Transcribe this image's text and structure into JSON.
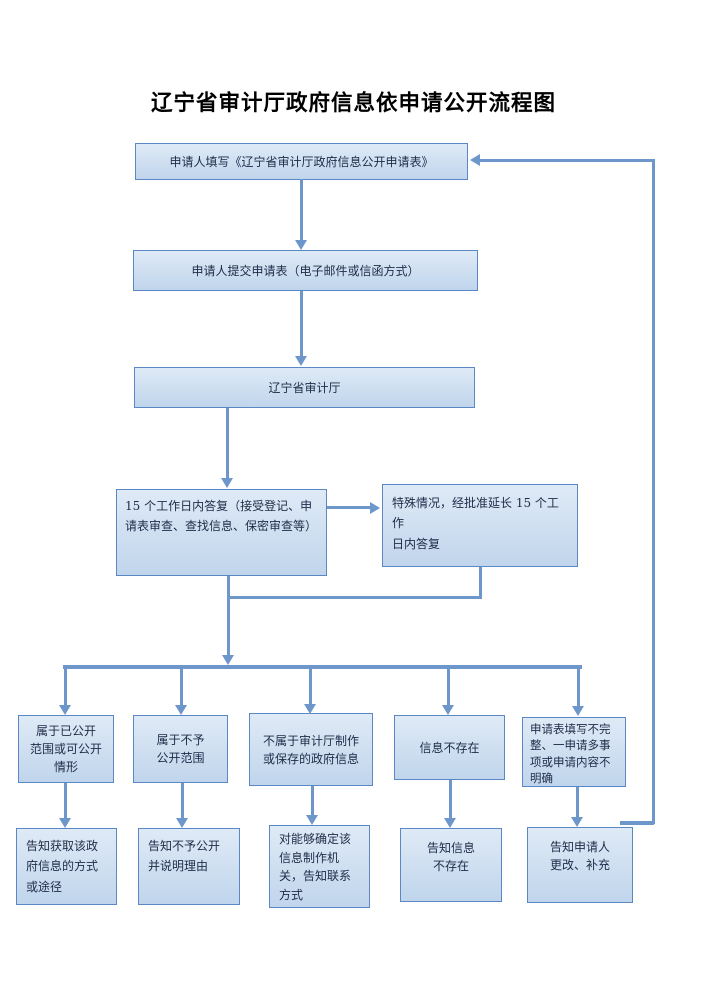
{
  "title": "辽宁省审计厅政府信息依申请公开流程图",
  "steps": {
    "s1": "申请人填写《辽宁省审计厅政府信息公开申请表》",
    "s2": "申请人提交申请表（电子邮件或信函方式）",
    "s3": "辽宁省审计厅",
    "s4": "15 个工作日内答复（接受登记、申\n请表审查、查找信息、保密审查等）",
    "s5": "特殊情况，经批准延长 15 个工作\n日内答复"
  },
  "branches": [
    {
      "condition": "属于已公开\n范围或可公开\n情形",
      "action": "告知获取该政\n府信息的方式\n或途径"
    },
    {
      "condition": "属于不予\n公开范围",
      "action": "告知不予公开\n并说明理由"
    },
    {
      "condition": "不属于审计厅制作\n或保存的政府信息",
      "action": "对能够确定该\n信息制作机\n关，告知联系\n方式"
    },
    {
      "condition": "信息不存在",
      "action": "告知信息\n不存在"
    },
    {
      "condition": "申请表填写不完\n整、一申请多事\n项或申请内容不\n明确",
      "action": "告知申请人\n更改、补充"
    }
  ],
  "colors": {
    "box_fill_top": "#dfeaf6",
    "box_fill_bottom": "#c0d5ec",
    "box_border": "#5b87c5",
    "line": "#6d96ca",
    "text": "#1e2b48"
  }
}
